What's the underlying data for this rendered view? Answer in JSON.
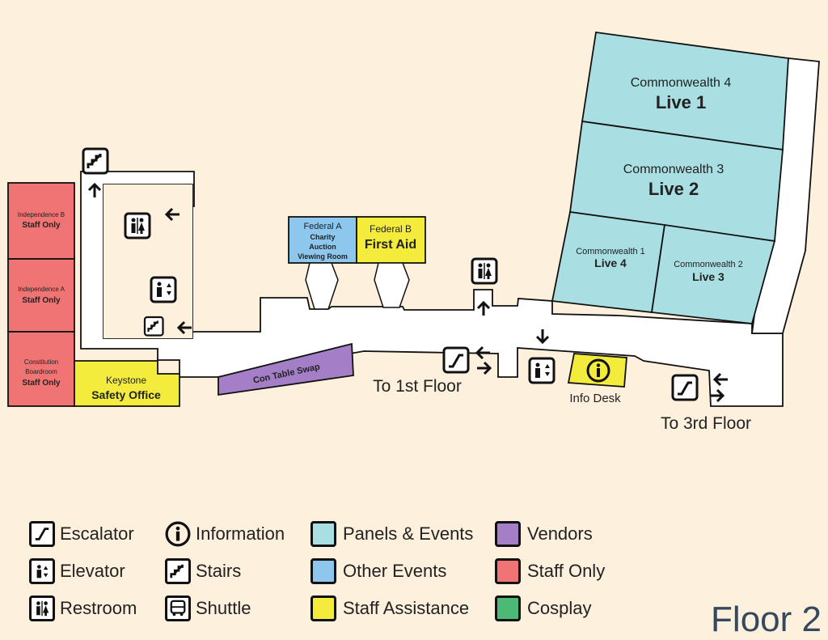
{
  "colors": {
    "background": "#fdf0dc",
    "panels_events": "#a9dfe3",
    "other_events": "#8ec7ee",
    "staff_assistance": "#f3ec3c",
    "vendors": "#a47fc7",
    "staff_only": "#f07474",
    "cosplay": "#4cb977"
  },
  "rooms": {
    "commonwealth4": {
      "name": "Commonwealth 4",
      "sub": "Live 1"
    },
    "commonwealth3": {
      "name": "Commonwealth 3",
      "sub": "Live 2"
    },
    "commonwealth1": {
      "name": "Commonwealth 1",
      "sub": "Live 4"
    },
    "commonwealth2": {
      "name": "Commonwealth 2",
      "sub": "Live 3"
    },
    "federal_a": {
      "name": "Federal A",
      "sub1": "Charity",
      "sub2": "Auction",
      "sub3": "Viewing Room"
    },
    "federal_b": {
      "name": "Federal B",
      "sub": "First Aid"
    },
    "independence_b": {
      "name": "Independence B",
      "sub": "Staff Only"
    },
    "independence_a": {
      "name": "Independence A",
      "sub": "Staff Only"
    },
    "constitution": {
      "name1": "Constitution",
      "name2": "Boardroom",
      "sub": "Staff Only"
    },
    "keystone": {
      "name": "Keystone",
      "sub": "Safety Office"
    },
    "con_table_swap": {
      "name": "Con Table Swap"
    },
    "info_desk": {
      "name": "Info Desk"
    }
  },
  "labels": {
    "to_1st_floor": "To 1st Floor",
    "to_3rd_floor": "To 3rd Floor",
    "floor": "Floor 2"
  },
  "legend": [
    {
      "label": "Escalator",
      "icon": "escalator-icon"
    },
    {
      "label": "Elevator",
      "icon": "elevator-icon"
    },
    {
      "label": "Restroom",
      "icon": "restroom-icon"
    },
    {
      "label": "Information",
      "icon": "information-icon"
    },
    {
      "label": "Stairs",
      "icon": "stairs-icon"
    },
    {
      "label": "Shuttle",
      "icon": "shuttle-icon"
    },
    {
      "label": "Panels & Events",
      "color": "#a9dfe3"
    },
    {
      "label": "Other Events",
      "color": "#8ec7ee"
    },
    {
      "label": "Staff Assistance",
      "color": "#f3ec3c"
    },
    {
      "label": "Vendors",
      "color": "#a47fc7"
    },
    {
      "label": "Staff Only",
      "color": "#f07474"
    },
    {
      "label": "Cosplay",
      "color": "#4cb977"
    }
  ]
}
